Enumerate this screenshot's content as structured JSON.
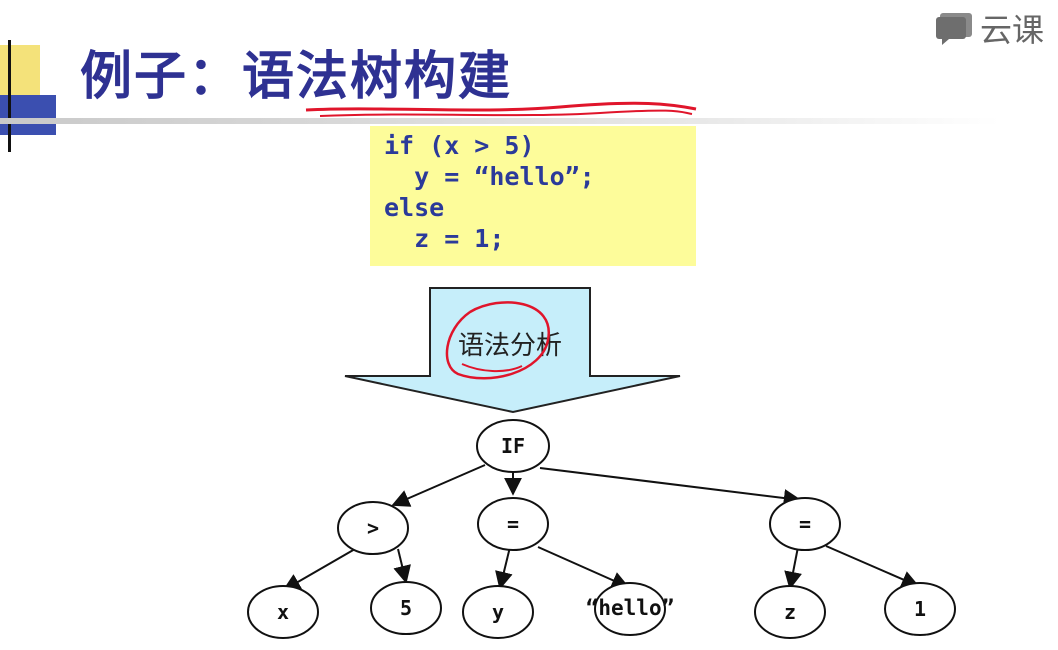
{
  "slide": {
    "title": "例子：语法树构建",
    "watermark": "云课"
  },
  "code": {
    "lines": [
      "if (x > 5)",
      "  y = “hello”;",
      "else",
      "  z = 1;"
    ]
  },
  "arrow": {
    "label": "语法分析"
  },
  "tree": {
    "nodes": {
      "if": "IF",
      "gt": ">",
      "assign1": "=",
      "assign2": "=",
      "x": "x",
      "five": "5",
      "y": "y",
      "hello": "“hello”",
      "z": "z",
      "one": "1"
    }
  },
  "colors": {
    "title": "#2e3192",
    "code_text": "#2b3a9a",
    "code_bg": "#fdfc9a",
    "arrow_fill": "#c6eefa",
    "annotation": "#e0152b"
  }
}
